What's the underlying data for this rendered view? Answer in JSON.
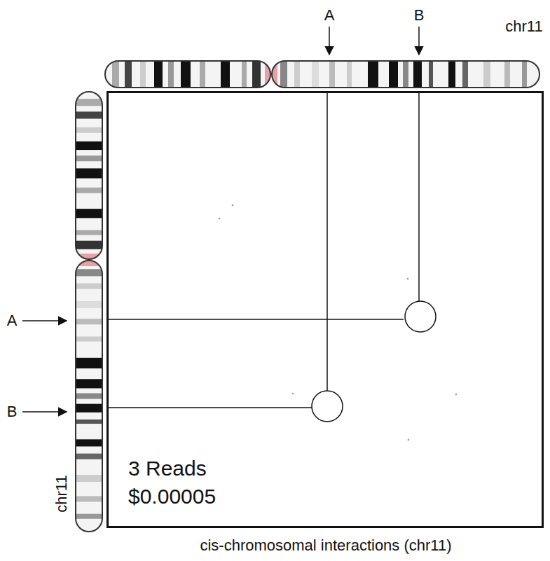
{
  "diagram": {
    "caption": "cis-chromosomal interactions (chr11)",
    "nodes": [
      {
        "text": [
          "3 Reads",
          "$0.00005"
        ]
      }
    ],
    "labels": [
      "A",
      "B",
      "chr11",
      "A",
      "B",
      "chr11"
    ]
  }
}
